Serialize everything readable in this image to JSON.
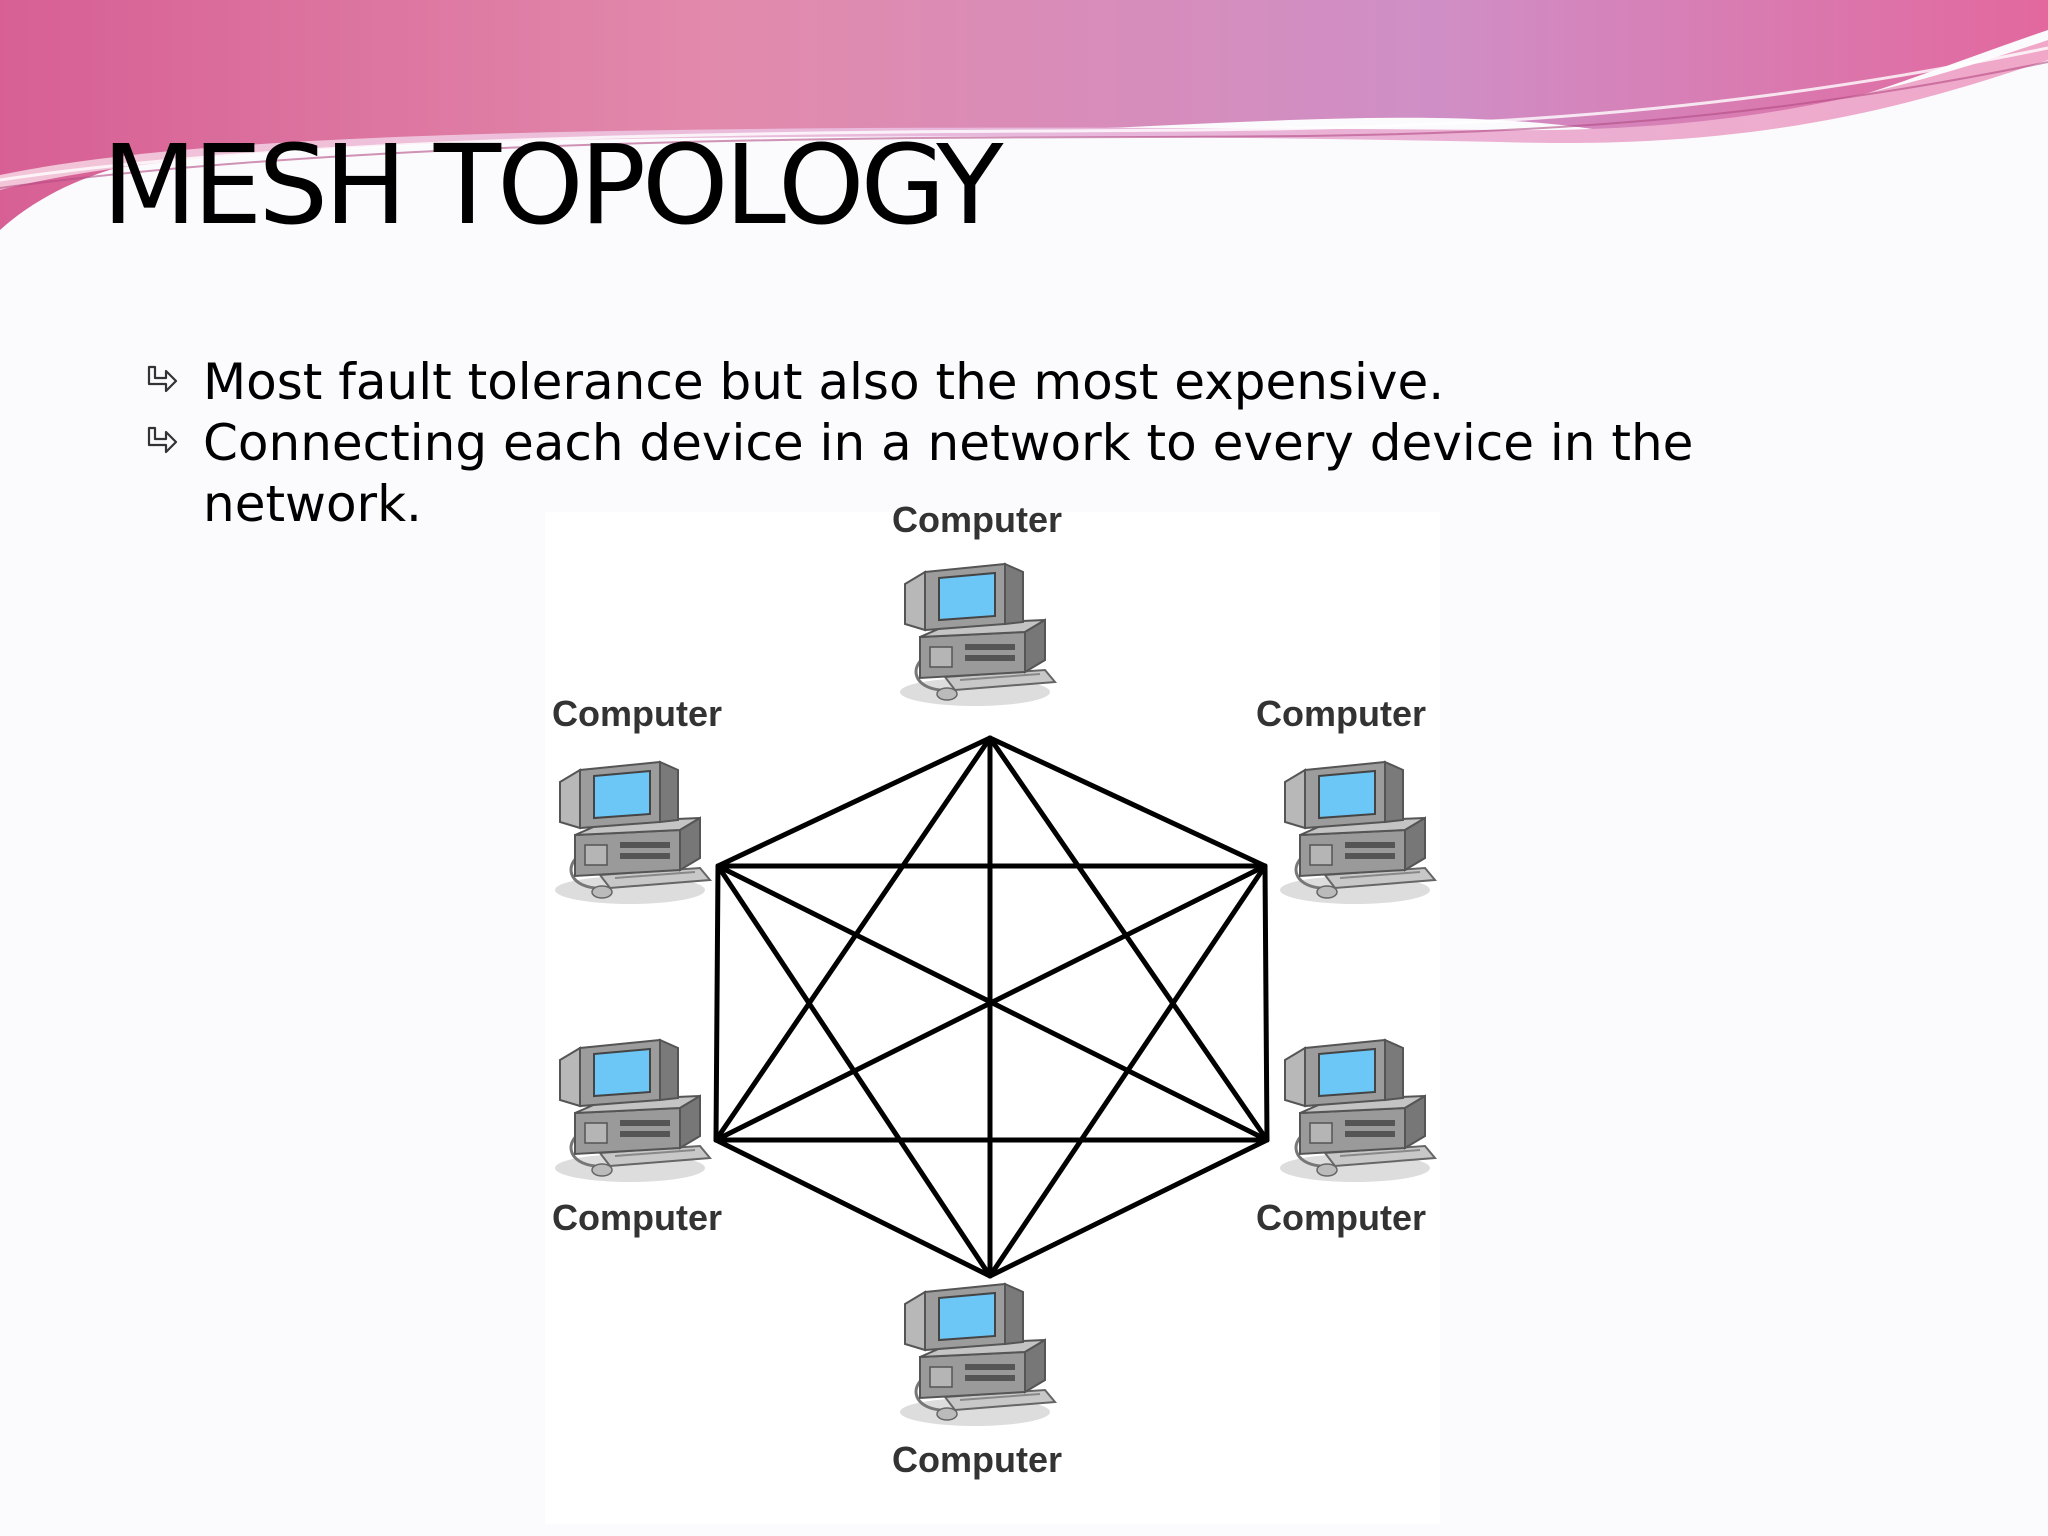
{
  "slide": {
    "title": "MESH TOPOLOGY",
    "bullets": [
      {
        "icon": "arrow-bullet-icon",
        "text": "Most fault tolerance but also the most expensive."
      },
      {
        "icon": "arrow-bullet-icon",
        "text": "Connecting each device in a network to every device in the network."
      }
    ],
    "colors": {
      "wave_pink": "#e07fa6",
      "wave_purple": "#c98ec6",
      "screen_blue": "#6cc6f6",
      "computer_gray": "#a9a9a9"
    }
  },
  "diagram": {
    "nodes": [
      {
        "id": "top",
        "label": "Computer"
      },
      {
        "id": "upper-left",
        "label": "Computer"
      },
      {
        "id": "upper-right",
        "label": "Computer"
      },
      {
        "id": "lower-left",
        "label": "Computer"
      },
      {
        "id": "lower-right",
        "label": "Computer"
      },
      {
        "id": "bottom",
        "label": "Computer"
      }
    ],
    "edges": [
      [
        "top",
        "upper-left"
      ],
      [
        "top",
        "upper-right"
      ],
      [
        "top",
        "lower-left"
      ],
      [
        "top",
        "lower-right"
      ],
      [
        "top",
        "bottom"
      ],
      [
        "upper-left",
        "upper-right"
      ],
      [
        "upper-left",
        "lower-left"
      ],
      [
        "upper-left",
        "lower-right"
      ],
      [
        "upper-left",
        "bottom"
      ],
      [
        "upper-right",
        "lower-left"
      ],
      [
        "upper-right",
        "lower-right"
      ],
      [
        "upper-right",
        "bottom"
      ],
      [
        "lower-left",
        "lower-right"
      ],
      [
        "lower-left",
        "bottom"
      ],
      [
        "lower-right",
        "bottom"
      ]
    ]
  }
}
